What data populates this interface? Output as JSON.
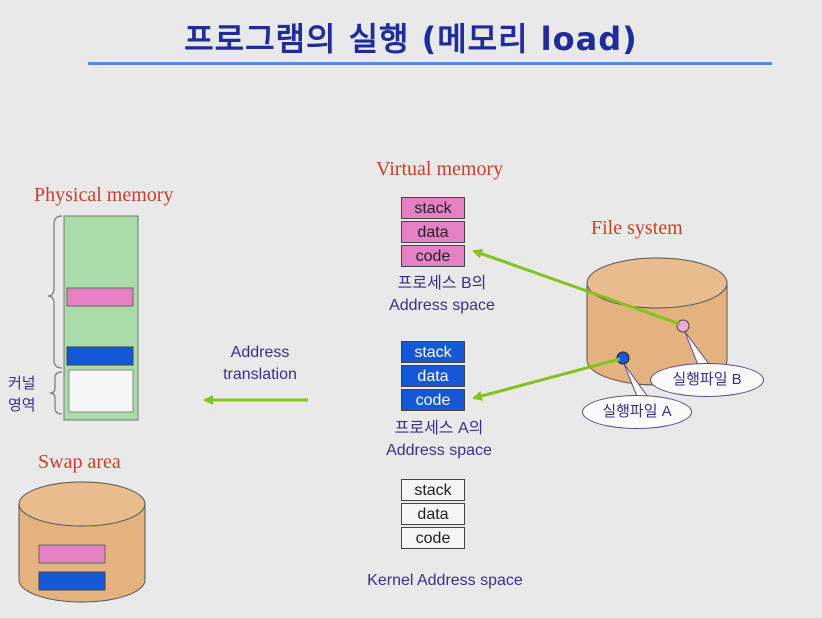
{
  "title": "프로그램의 실행 (메모리 load)",
  "labels": {
    "physical_memory": "Physical memory",
    "virtual_memory": "Virtual memory",
    "file_system": "File system",
    "swap_area": "Swap area",
    "kernel_region_line1": "커널",
    "kernel_region_line2": "영역",
    "address_translation_line1": "Address",
    "address_translation_line2": "translation"
  },
  "process_b": {
    "segments": [
      "stack",
      "data",
      "code"
    ],
    "caption_line1": "프로세스 B의",
    "caption_line2": "Address space"
  },
  "process_a": {
    "segments": [
      "stack",
      "data",
      "code"
    ],
    "caption_line1": "프로세스 A의",
    "caption_line2": "Address space"
  },
  "kernel": {
    "segments": [
      "stack",
      "data",
      "code"
    ],
    "caption": "Kernel Address space"
  },
  "callouts": {
    "exec_b": "실행파일 B",
    "exec_a": "실행파일 A"
  },
  "colors": {
    "title": "#1f2c9c",
    "serif_label": "#c7402a",
    "process_b": "#e381c4",
    "process_a": "#1458d8",
    "kernel": "#f6f6f6",
    "memory_fill": "#a9dca9",
    "arrow": "#82c21c",
    "disk": "#e3b27e"
  }
}
